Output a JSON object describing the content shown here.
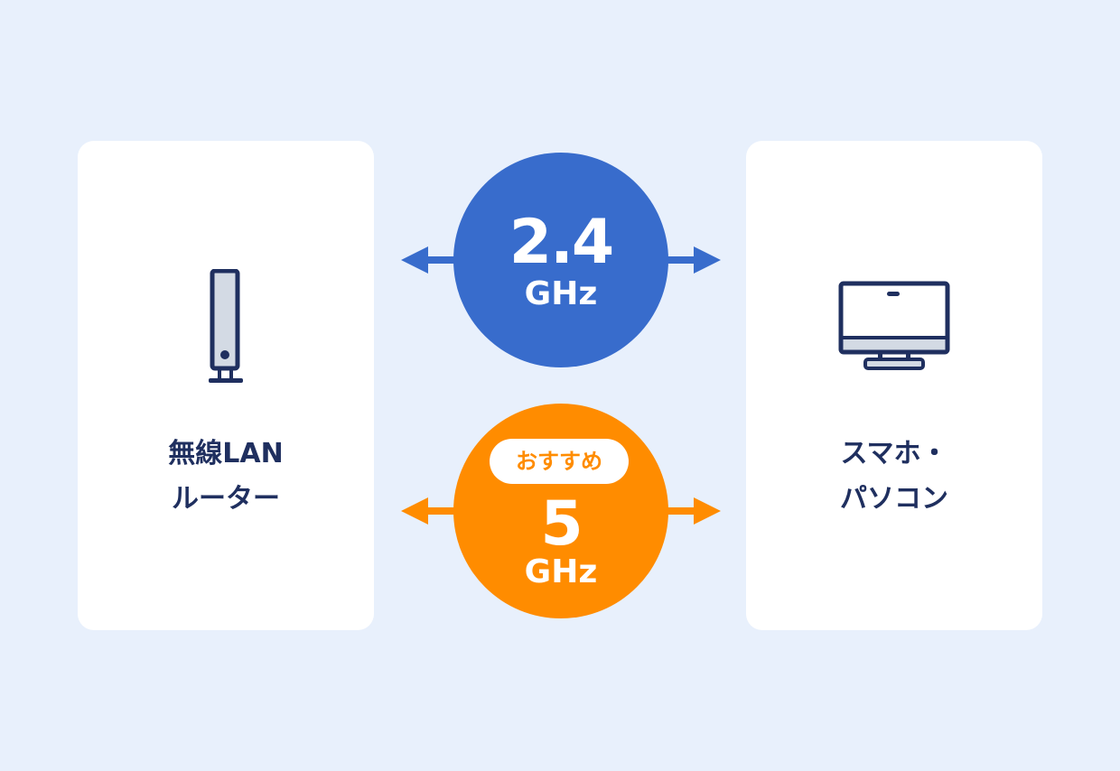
{
  "background_color": "#e8f0fc",
  "left_device": {
    "icon": "router-icon",
    "label_lines": [
      "無線LAN",
      "ルーター"
    ]
  },
  "right_device": {
    "icon": "monitor-icon",
    "label_lines": [
      "スマホ・",
      "パソコン"
    ]
  },
  "bands": [
    {
      "value": "2.4",
      "unit": "GHz",
      "color": "#386ccc",
      "badge": null,
      "arrow": "bidirectional"
    },
    {
      "value": "5",
      "unit": "GHz",
      "color": "#ff8c00",
      "badge": "おすすめ",
      "arrow": "bidirectional"
    }
  ],
  "colors": {
    "text_dark": "#1f2f5f",
    "icon_fill": "#d3dae4",
    "card": "#ffffff"
  }
}
